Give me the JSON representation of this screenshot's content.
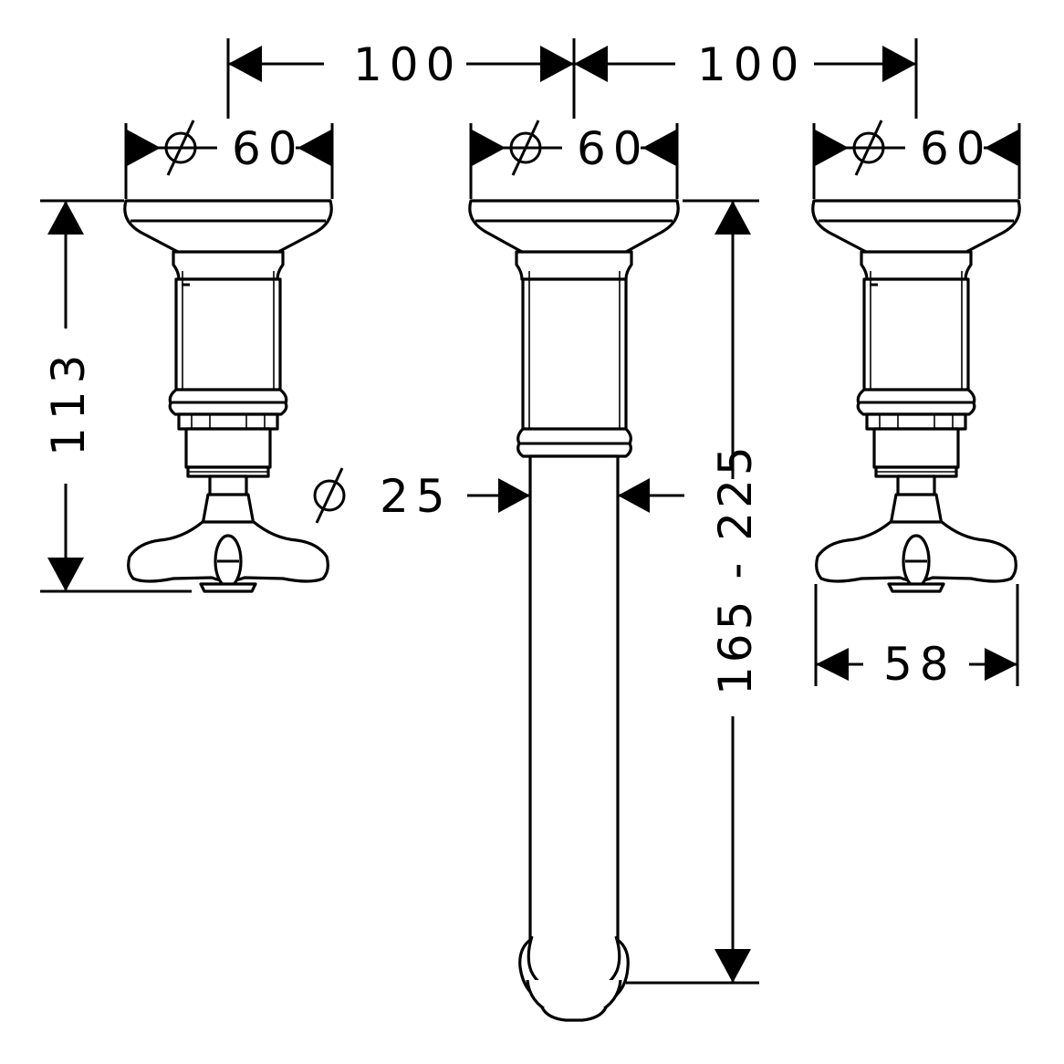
{
  "dimensions": {
    "spacing_left": "100",
    "spacing_right": "100",
    "diameter_left": "60",
    "diameter_center": "60",
    "diameter_right": "60",
    "height_valve": "113",
    "spout_diameter": "25",
    "spout_length": "165 - 225",
    "handle_width": "58"
  },
  "symbols": {
    "diameter": "diameter-icon"
  },
  "colors": {
    "line": "#000000",
    "background": "#ffffff"
  }
}
